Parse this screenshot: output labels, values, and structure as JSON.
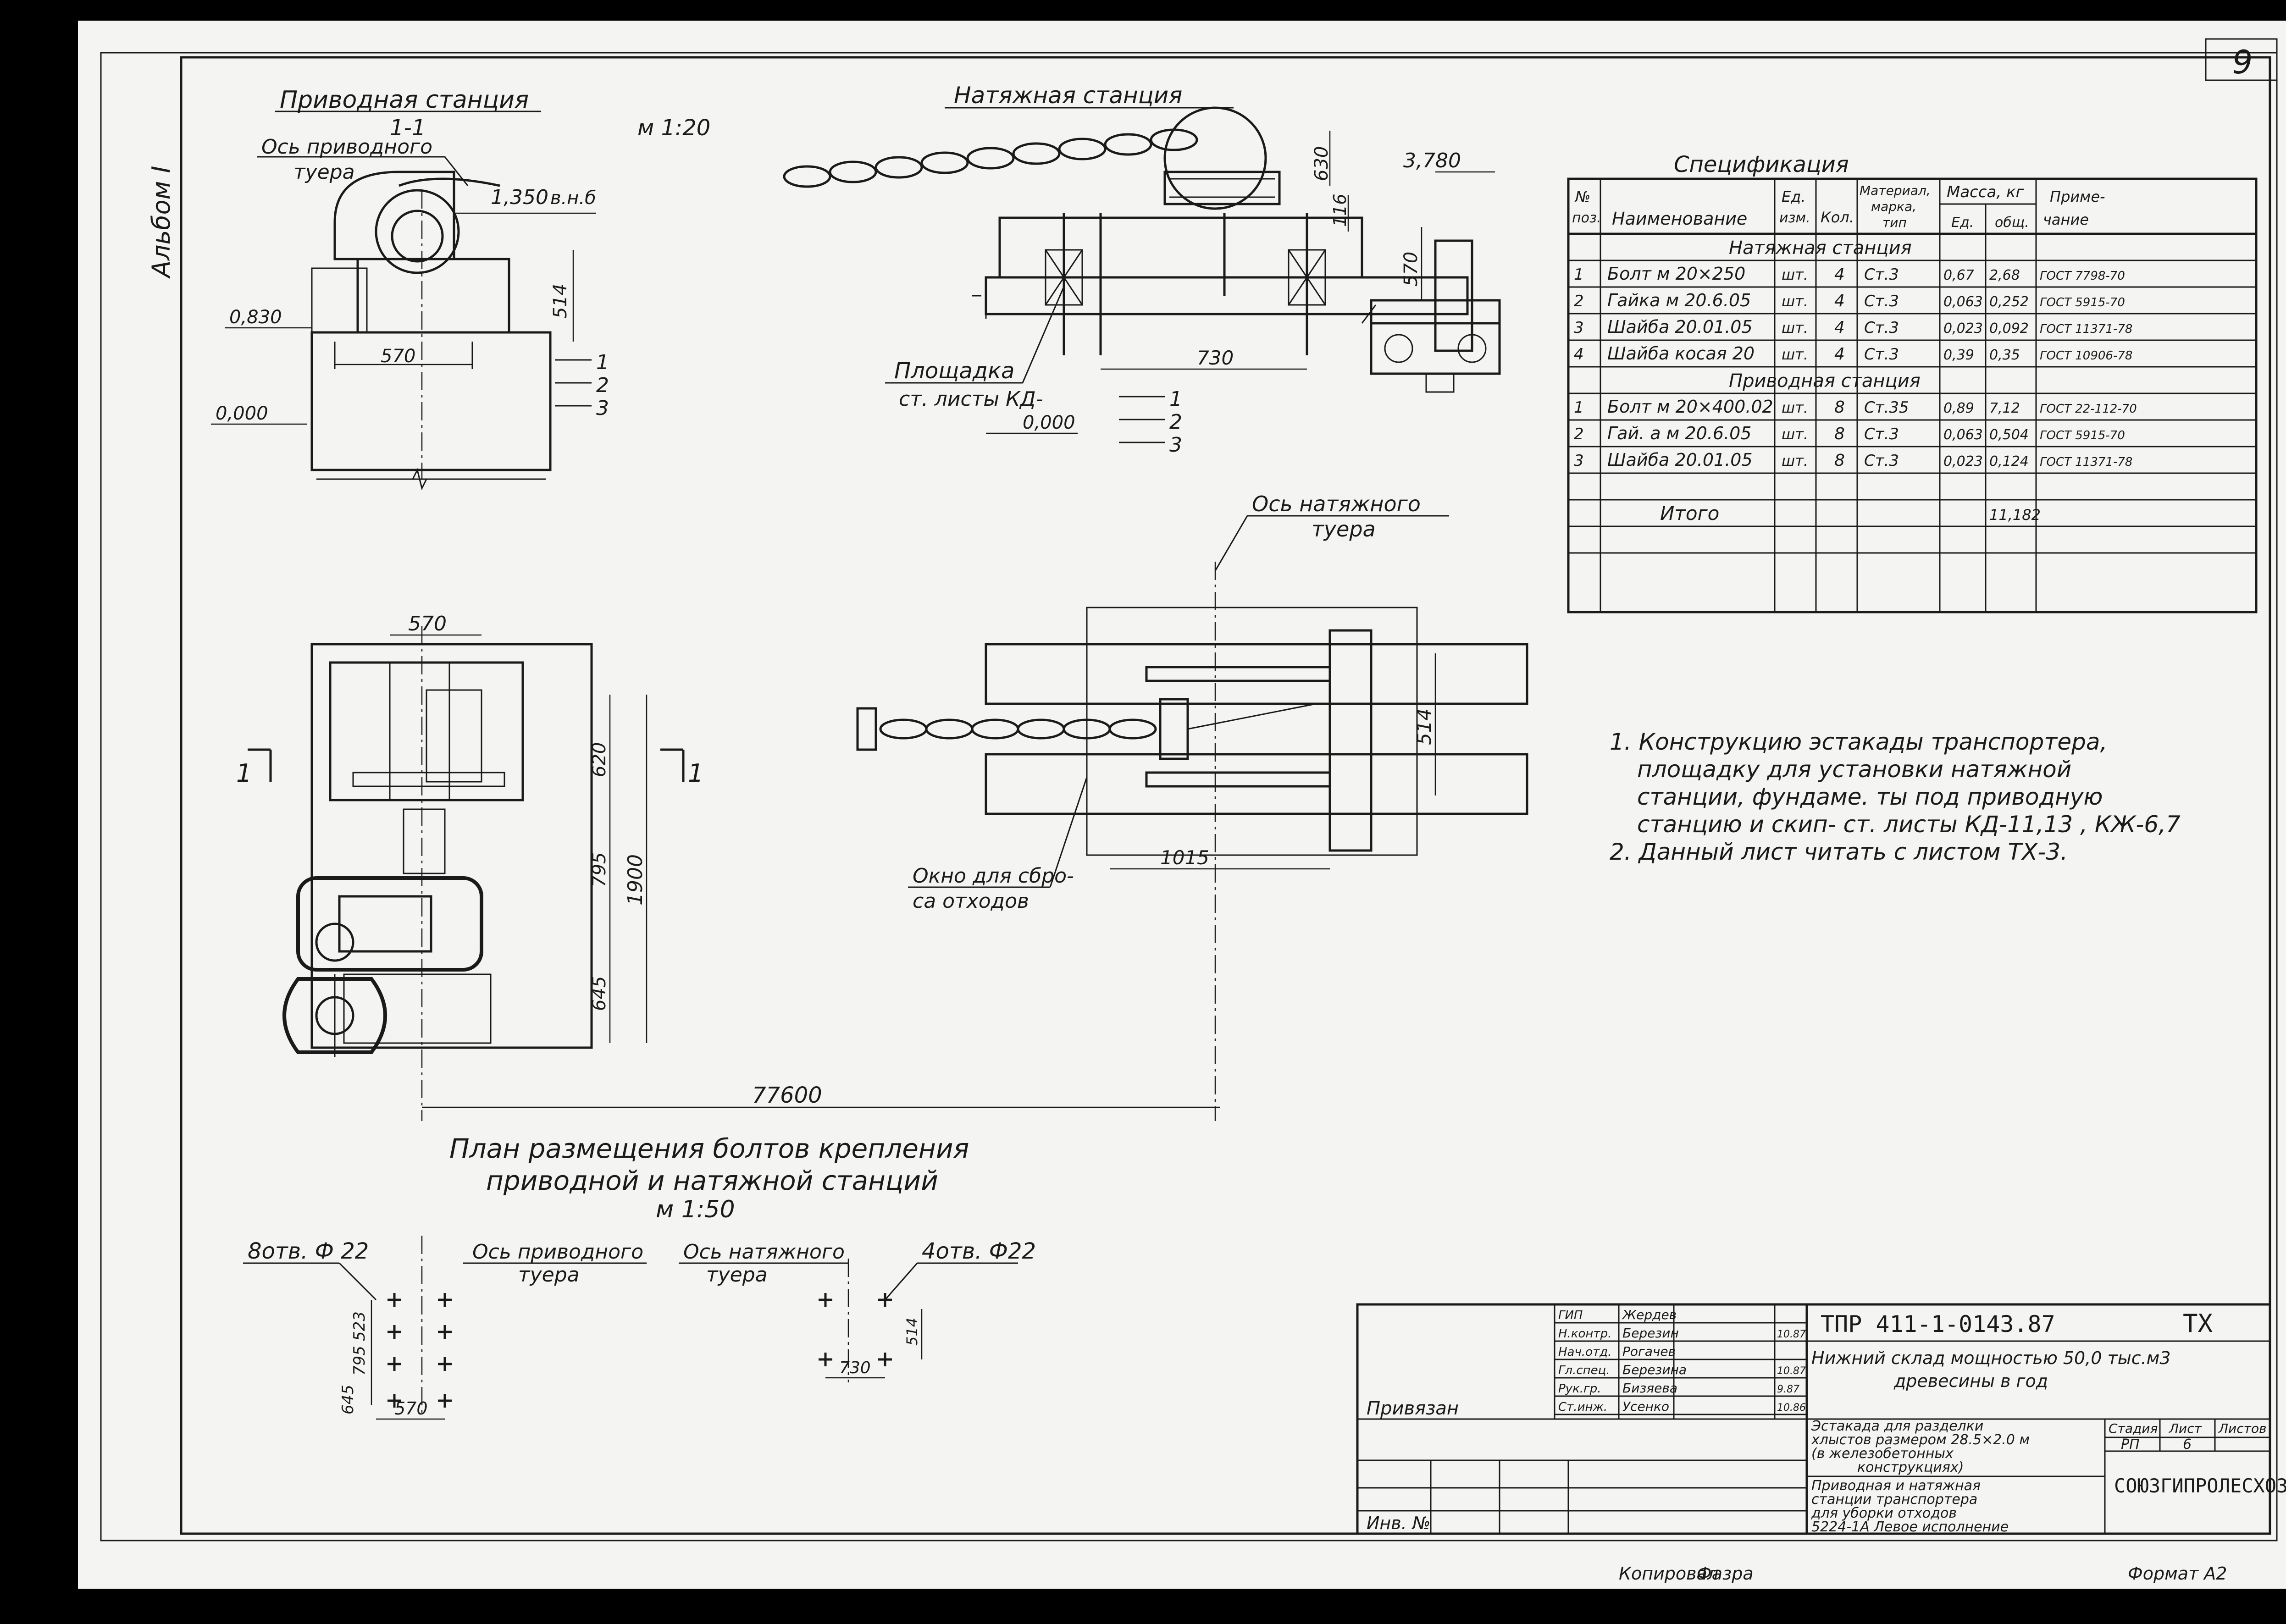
{
  "sheet": {
    "number": "9",
    "album": "Альбом I",
    "copied_by": "Копировал",
    "copier_signature": "Фазра",
    "format": "Формат А2"
  },
  "drive_station_view": {
    "title": "Приводная станция",
    "section": "1-1",
    "axis_label_line1": "Ось приводного",
    "axis_label_line2": "туера",
    "scale": "м 1:20",
    "elev_top": "1,350",
    "elev_top_note": "в.н.б",
    "elev_left": "0,830",
    "elev_ground": "0,000",
    "dim_height": "514",
    "dim_width": "570",
    "callouts": [
      "1",
      "2",
      "3"
    ]
  },
  "tension_station_view": {
    "title": "Натяжная станция",
    "dim_630": "630",
    "dim_116": "116",
    "elev_3780": "3,780",
    "dim_570": "570",
    "dim_730": "730",
    "elev_ground": "0,000",
    "platform_label_line1": "Площадка",
    "platform_label_line2": "ст. листы КД-",
    "callouts": [
      "1",
      "2",
      "3"
    ]
  },
  "spec_table": {
    "title": "Спецификация",
    "headers": {
      "pos_line1": "№",
      "pos_line2": "поз.",
      "name": "Наименование",
      "unit_line1": "Ед.",
      "unit_line2": "изм.",
      "qty": "Кол.",
      "material_line1": "Материал,",
      "material_line2": "марка,",
      "material_line3": "тип",
      "mass": "Масса, кг",
      "mass_unit": "Ед.",
      "mass_total": "общ.",
      "note_line1": "Приме-",
      "note_line2": "чание"
    },
    "group1": "Натяжная станция",
    "rows1": [
      {
        "pos": "1",
        "name": "Болт м 20×250",
        "unit": "шт.",
        "qty": "4",
        "mat": "Ст.3",
        "m1": "0,67",
        "m2": "2,68",
        "note": "ГОСТ 7798-70"
      },
      {
        "pos": "2",
        "name": "Гайка м 20.6.05",
        "unit": "шт.",
        "qty": "4",
        "mat": "Ст.3",
        "m1": "0,063",
        "m2": "0,252",
        "note": "ГОСТ 5915-70"
      },
      {
        "pos": "3",
        "name": "Шайба 20.01.05",
        "unit": "шт.",
        "qty": "4",
        "mat": "Ст.3",
        "m1": "0,023",
        "m2": "0,092",
        "note": "ГОСТ 11371-78"
      },
      {
        "pos": "4",
        "name": "Шайба косая 20",
        "unit": "шт.",
        "qty": "4",
        "mat": "Ст.3",
        "m1": "0,39",
        "m2": "0,35",
        "note": "ГОСТ 10906-78"
      }
    ],
    "group2": "Приводная станция",
    "rows2": [
      {
        "pos": "1",
        "name": "Болт м 20×400.02",
        "unit": "шт.",
        "qty": "8",
        "mat": "Ст.35",
        "m1": "0,89",
        "m2": "7,12",
        "note": "ГОСТ 22-112-70"
      },
      {
        "pos": "2",
        "name": "Гай. а м 20.6.05",
        "unit": "шт.",
        "qty": "8",
        "mat": "Ст.3",
        "m1": "0,063",
        "m2": "0,504",
        "note": "ГОСТ 5915-70"
      },
      {
        "pos": "3",
        "name": "Шайба 20.01.05",
        "unit": "шт.",
        "qty": "8",
        "mat": "Ст.3",
        "m1": "0,023",
        "m2": "0,124",
        "note": "ГОСТ 11371-78"
      }
    ],
    "total_label": "Итого",
    "total_value": "11,182"
  },
  "notes": {
    "n1_l1": "1. Конструкцию эстакады транспортера,",
    "n1_l2": "площадку для установки натяжной",
    "n1_l3": "станции, фундаме. ты под приводную",
    "n1_l4": "станцию и скип- ст. листы КД-11,13 , КЖ-6,7",
    "n2": "2. Данный лист читать с листом ТХ-3."
  },
  "plan_view": {
    "dim_570": "570",
    "dim_620": "620",
    "dim_795": "795",
    "dim_1900": "1900",
    "dim_645": "645",
    "dim_77600": "77600",
    "dim_514": "514",
    "dim_1015": "1015",
    "section_mark": "1",
    "tension_axis_line1": "Ось натяжного",
    "tension_axis_line2": "туера",
    "window_label_line1": "Окно для сбро-",
    "window_label_line2": "са отходов"
  },
  "bolt_plan": {
    "title_line1": "План размещения болтов крепления",
    "title_line2": "приводной и натяжной станций",
    "scale": "м 1:50",
    "holes_left": "8отв. Ф 22",
    "drive_axis_line1": "Ось приводного",
    "drive_axis_line2": "туера",
    "tension_axis_line1": "Ось натяжного",
    "tension_axis_line2": "туера",
    "holes_right": "4отв. Ф22",
    "dim_523": "523",
    "dim_795": "795",
    "dim_645": "645",
    "dim_570": "570",
    "dim_514": "514",
    "dim_730": "730"
  },
  "title_block": {
    "roles": [
      "ГИП",
      "Н.контр.",
      "Нач.отд.",
      "Гл.спец.",
      "Рук.гр.",
      "Ст.инж."
    ],
    "names": [
      "Жердев",
      "Березин",
      "Рогачев",
      "Березина",
      "Бизяева",
      "Усенко"
    ],
    "dates": [
      "",
      "10.87",
      "",
      "10.87",
      "9.87",
      "10.86"
    ],
    "code": "ТПР 411-1-0143.87",
    "mark": "ТХ",
    "object_line1": "Нижний склад мощностью 50,0 тыс.м3",
    "object_line2": "древесины в год",
    "structure_line1": "Эстакада для разделки",
    "structure_line2": "хлыстов размером 28.5×2.0 м",
    "structure_line3": "(в железобетонных",
    "structure_line4": "конструкциях)",
    "stage_hdr": "Стадия",
    "sheet_hdr": "Лист",
    "sheets_hdr": "Листов",
    "stage": "РП",
    "sheet": "6",
    "sheet_title_line1": "Приводная и натяжная",
    "sheet_title_line2": "станции транспортера",
    "sheet_title_line3": "для уборки отходов",
    "sheet_title_line4": "5224-1А Левое исполнение",
    "org": "СОЮЗГИПРОЛЕСХОЗ",
    "bound_label": "Привязан",
    "inv_label": "Инв. №"
  }
}
